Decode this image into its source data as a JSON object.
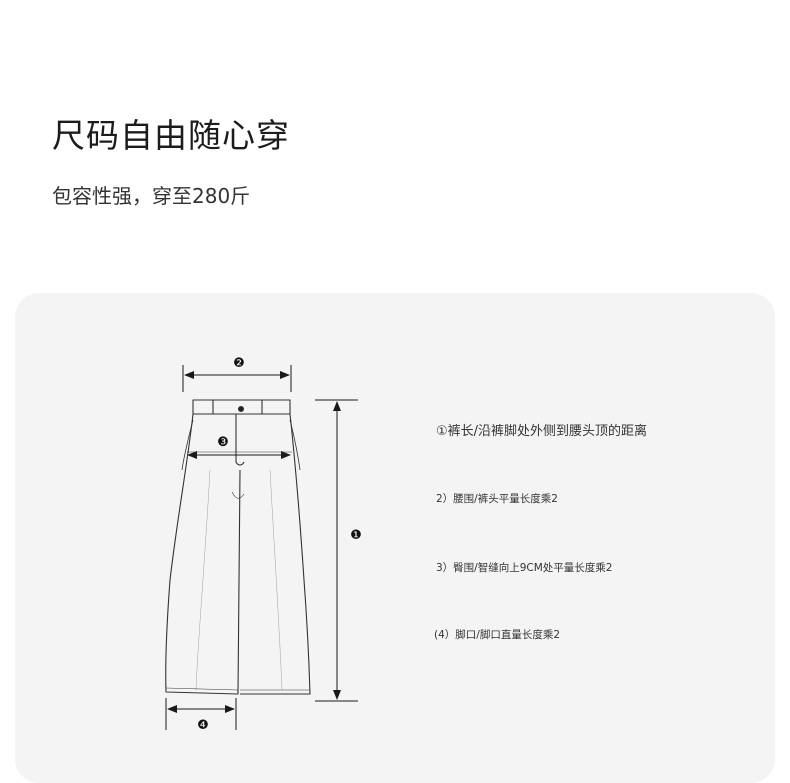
{
  "header": {
    "title": "尺码自由随心穿",
    "subtitle": "包容性强，穿至280斤"
  },
  "diagram": {
    "markers": [
      "❷",
      "❸",
      "❶",
      "❹"
    ]
  },
  "legend": {
    "items": [
      "①裤长/沿裤脚处外侧到腰头顶的距离",
      "2）腰围/裤头平量长度乘2",
      "3）臀围/智缝向上9CM处平量长度乘2",
      "(4）脚口/脚口直量长度乘2"
    ]
  }
}
